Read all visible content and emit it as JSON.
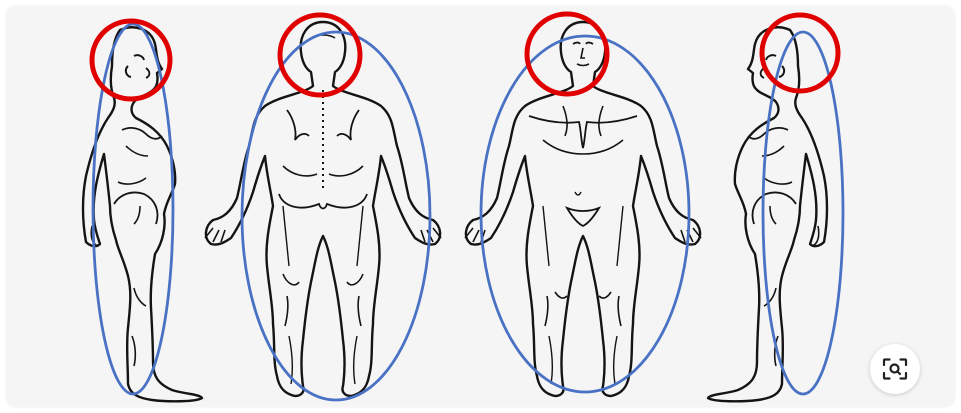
{
  "image": {
    "subject": "body-outline-figures",
    "views": [
      "side-left",
      "back",
      "front",
      "side-right"
    ]
  },
  "colors": {
    "card_background": "#f5f5f5",
    "figure_line": "#141414",
    "oval_outline": "#4a72c4",
    "head_circle": "#e00000",
    "button_background": "#ffffff",
    "icon": "#222222"
  },
  "icons": {
    "lens": "visual-search-icon"
  }
}
